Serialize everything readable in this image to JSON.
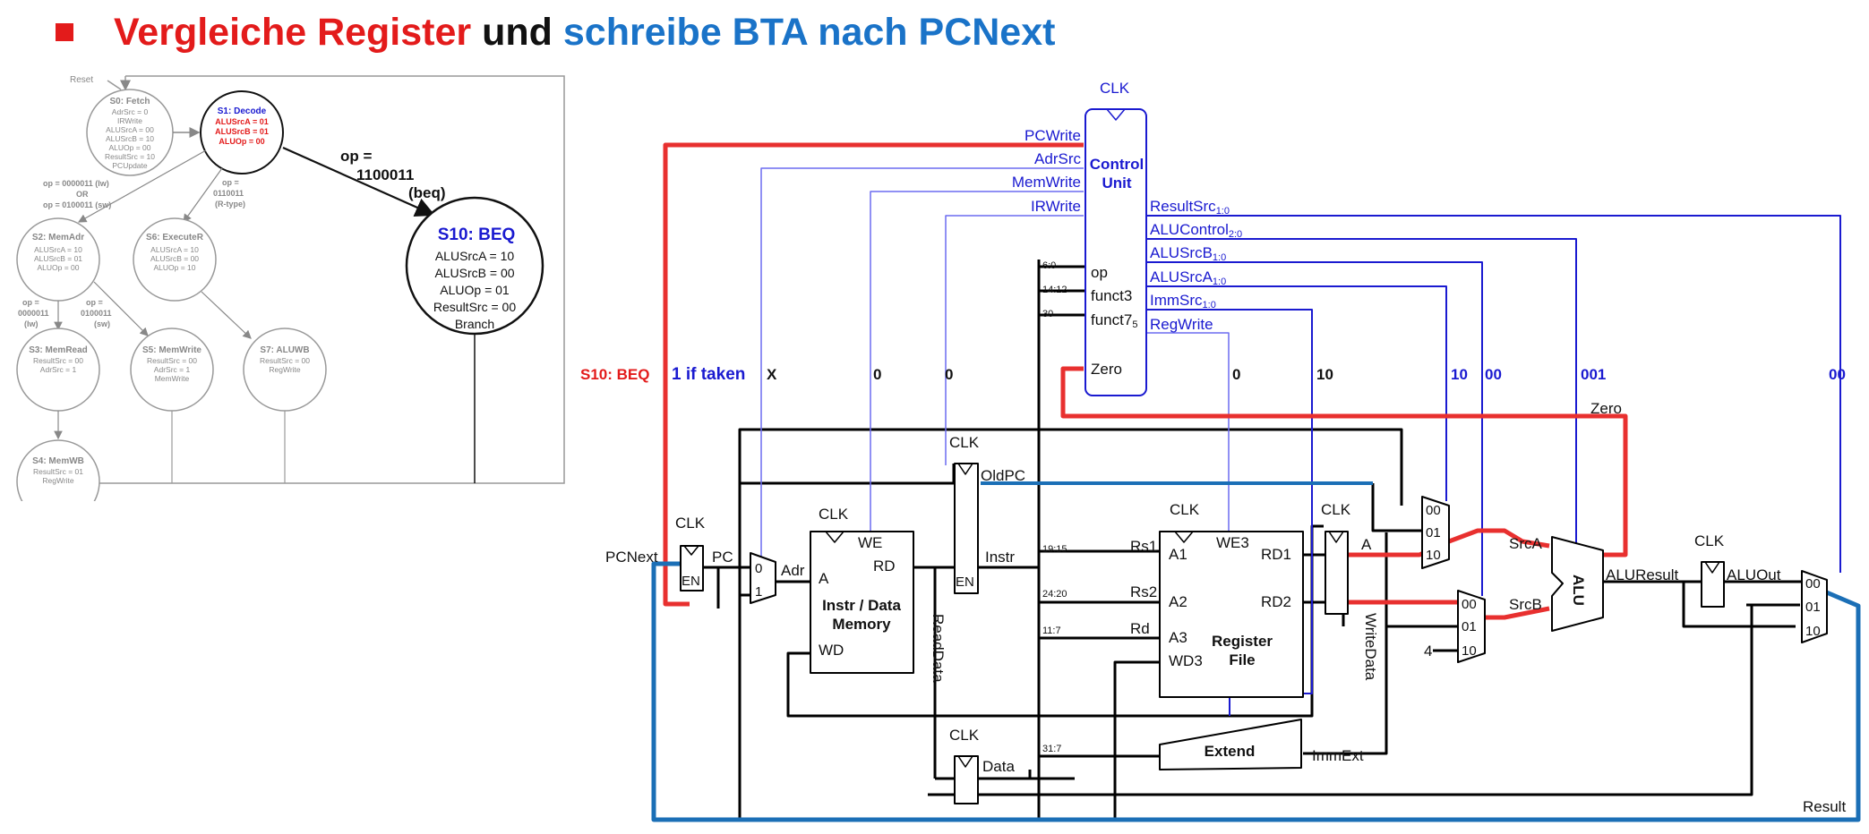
{
  "title": {
    "part1": "Vergleiche Register",
    "part2": "und",
    "part3": "schreibe BTA nach PCNext",
    "colors": {
      "red": "#e31b1b",
      "black": "#111111",
      "blue": "#1a73c8"
    }
  },
  "fsm": {
    "reset": "Reset",
    "s0": {
      "name": "S0: Fetch",
      "lines": [
        "AdrSrc = 0",
        "IRWrite",
        "ALUSrcA = 00",
        "ALUSrcB = 10",
        "ALUOp = 00",
        "ResultSrc = 10",
        "PCUpdate"
      ]
    },
    "s1": {
      "name": "S1: Decode",
      "lines": [
        "ALUSrcA = 01",
        "ALUSrcB = 01",
        "ALUOp = 00"
      ]
    },
    "s2": {
      "name": "S2: MemAdr",
      "lines": [
        "ALUSrcA = 10",
        "ALUSrcB = 01",
        "ALUOp = 00"
      ]
    },
    "s3": {
      "name": "S3: MemRead",
      "lines": [
        "ResultSrc = 00",
        "AdrSrc = 1"
      ]
    },
    "s4": {
      "name": "S4: MemWB",
      "lines": [
        "ResultSrc = 01",
        "RegWrite"
      ]
    },
    "s5": {
      "name": "S5: MemWrite",
      "lines": [
        "ResultSrc = 00",
        "AdrSrc = 1",
        "MemWrite"
      ]
    },
    "s6": {
      "name": "S6: ExecuteR",
      "lines": [
        "ALUSrcA = 10",
        "ALUSrcB = 00",
        "ALUOp = 10"
      ]
    },
    "s7": {
      "name": "S7: ALUWB",
      "lines": [
        "ResultSrc = 00",
        "RegWrite"
      ]
    },
    "s10": {
      "name": "S10: BEQ",
      "lines": [
        "ALUSrcA = 10",
        "ALUSrcB = 00",
        "ALUOp = 01",
        "ResultSrc = 00",
        "Branch"
      ]
    },
    "edges": {
      "lwsw": [
        "op = 0000011 (lw)",
        "OR",
        "op = 0100011 (sw)"
      ],
      "rtype": [
        "op =",
        "0110011",
        "(R-type)"
      ],
      "lw": [
        "op =",
        "0000011",
        "(lw)"
      ],
      "sw": [
        "op =",
        "0100011",
        "(sw)"
      ],
      "beq": [
        "op =",
        "1100011",
        "(beq)"
      ]
    }
  },
  "datapath": {
    "clk": "CLK",
    "en": "EN",
    "control_unit": [
      "Control",
      "Unit"
    ],
    "control_outputs_left": [
      "PCWrite",
      "AdrSrc",
      "MemWrite",
      "IRWrite"
    ],
    "control_inputs": [
      "op",
      "funct3",
      "funct7",
      "Zero"
    ],
    "funct7_sub": "5",
    "instr_bits": [
      "6:0",
      "14:12",
      "30",
      "19:15",
      "24:20",
      "11:7",
      "31:7"
    ],
    "control_outputs_right": [
      {
        "main": "ResultSrc",
        "sub": "1:0"
      },
      {
        "main": "ALUControl",
        "sub": "2:0"
      },
      {
        "main": "ALUSrcB",
        "sub": "1:0"
      },
      {
        "main": "ALUSrcA",
        "sub": "1:0"
      },
      {
        "main": "ImmSrc",
        "sub": "1:0"
      },
      {
        "main": "RegWrite",
        "sub": ""
      }
    ],
    "state_label": "S10: BEQ",
    "if_taken": "1 if taken",
    "signal_values": [
      "X",
      "0",
      "0",
      "0",
      "10",
      "10",
      "00",
      "001",
      "00"
    ],
    "labels": {
      "pcnext": "PCNext",
      "pc": "PC",
      "adr": "Adr",
      "instr": "Instr",
      "oldpc": "OldPC",
      "readdata": "ReadData",
      "data": "Data",
      "writedata": "WriteData",
      "immext": "ImmExt",
      "zero": "Zero",
      "srca": "SrcA",
      "srcb": "SrcB",
      "aluresult": "ALUResult",
      "aluout": "ALUOut",
      "result": "Result",
      "a": "A",
      "four": "4",
      "alu": "ALU",
      "we": "WE",
      "rd": "RD",
      "wd": "WD",
      "mem_a": "A",
      "a1": "A1",
      "a2": "A2",
      "a3": "A3",
      "we3": "WE3",
      "wd3": "WD3",
      "rd1": "RD1",
      "rd2": "RD2",
      "rs1": "Rs1",
      "rs2": "Rs2",
      "rdreg": "Rd",
      "extend": "Extend"
    },
    "memory_label": [
      "Instr / Data",
      "Memory"
    ],
    "regfile_label": [
      "Register",
      "File"
    ],
    "mux_pc": [
      "0",
      "1"
    ],
    "mux3": [
      "00",
      "01",
      "10"
    ],
    "colors": {
      "highlight_red": "#e8302f",
      "highlight_blue": "#1b6fb6",
      "control_blue": "#1a1ad0",
      "wire": "#000000",
      "light_wire": "#7777ee"
    }
  }
}
